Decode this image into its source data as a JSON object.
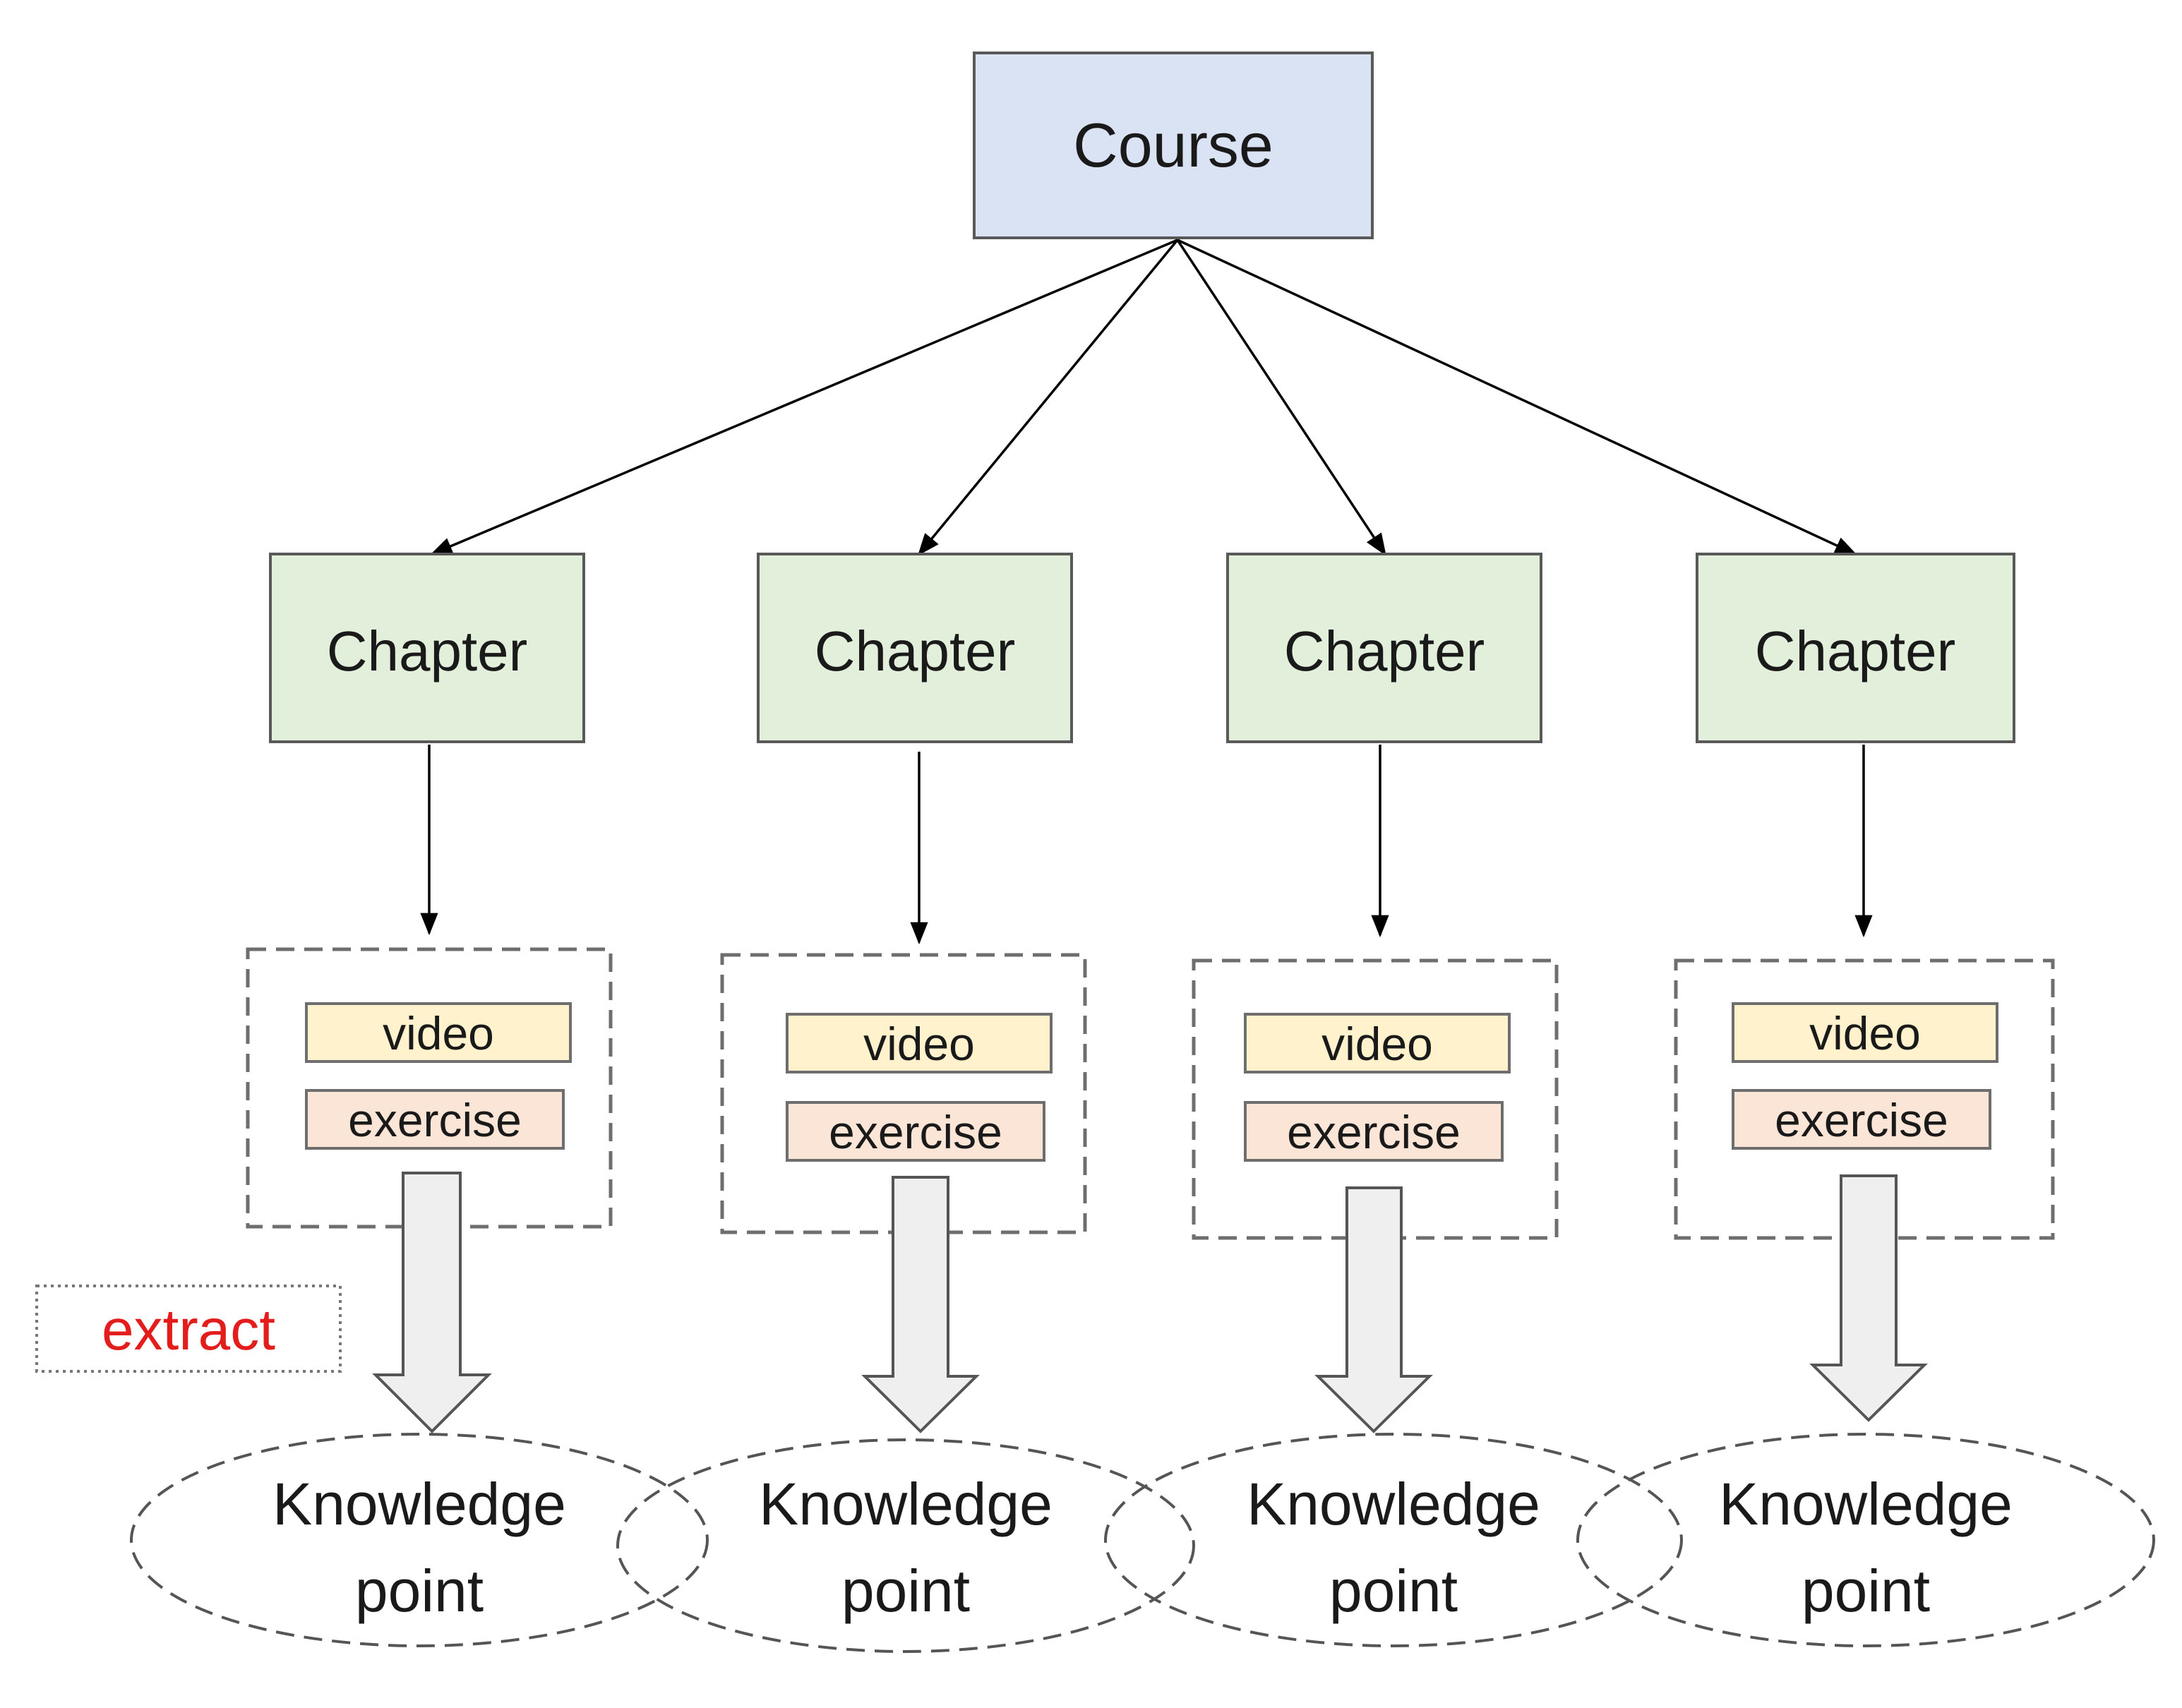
{
  "course": {
    "label": "Course"
  },
  "chapters": [
    {
      "label": "Chapter",
      "items": [
        "video",
        "exercise"
      ],
      "knowledge_point": [
        "Knowledge",
        "point"
      ]
    },
    {
      "label": "Chapter",
      "items": [
        "video",
        "exercise"
      ],
      "knowledge_point": [
        "Knowledge",
        "point"
      ]
    },
    {
      "label": "Chapter",
      "items": [
        "video",
        "exercise"
      ],
      "knowledge_point": [
        "Knowledge",
        "point"
      ]
    },
    {
      "label": "Chapter",
      "items": [
        "video",
        "exercise"
      ],
      "knowledge_point": [
        "Knowledge",
        "point"
      ]
    }
  ],
  "extract": {
    "label": "extract"
  },
  "colors": {
    "course_fill": "#dae3f3",
    "course_stroke": "#595959",
    "chapter_fill": "#e2efda",
    "chapter_stroke": "#595959",
    "video_fill": "#fff2cc",
    "exercise_fill": "#fbe5d6",
    "extract_text": "#e31c1c"
  }
}
